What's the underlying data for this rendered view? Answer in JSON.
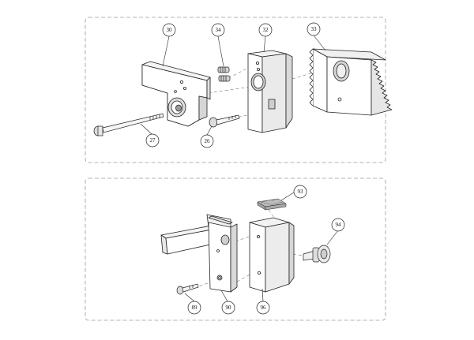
{
  "panels": [
    {
      "id": "top",
      "callouts": [
        {
          "key": "bracket",
          "label": "30"
        },
        {
          "key": "set_screws",
          "label": "34"
        },
        {
          "key": "block",
          "label": "32"
        },
        {
          "key": "rack",
          "label": "33"
        },
        {
          "key": "long_screw",
          "label": "27"
        },
        {
          "key": "short_screw",
          "label": "26"
        }
      ]
    },
    {
      "id": "bottom",
      "callouts": [
        {
          "key": "pad",
          "label": "93"
        },
        {
          "key": "knob",
          "label": "94"
        },
        {
          "key": "screw",
          "label": "89"
        },
        {
          "key": "plate",
          "label": "90"
        },
        {
          "key": "block",
          "label": "96"
        }
      ]
    }
  ]
}
